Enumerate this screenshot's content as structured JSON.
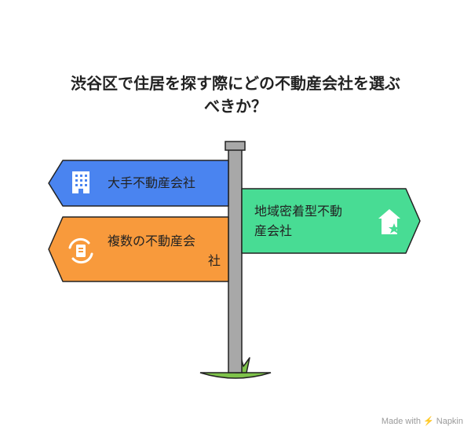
{
  "title": {
    "line1": "渋谷区で住居を探す際にどの不動産会社を選ぶ",
    "line2": "べきか？"
  },
  "signs": [
    {
      "label": "大手不動産会社",
      "color": "#4a84f0",
      "icon": "office-building-icon",
      "direction": "left"
    },
    {
      "label_line1": "地域密着型不動",
      "label_line2": "産会社",
      "color": "#48dc94",
      "icon": "house-star-icon",
      "direction": "right"
    },
    {
      "label_line1": "複数の不動産会",
      "label_line2": "社",
      "color": "#f89a3c",
      "icon": "document-cycle-icon",
      "direction": "left"
    }
  ],
  "colors": {
    "post": "#a8a8a8",
    "outline": "#222222",
    "grass": "#7ec24a"
  },
  "footer": {
    "text": "Made with ⚡ Napkin"
  }
}
